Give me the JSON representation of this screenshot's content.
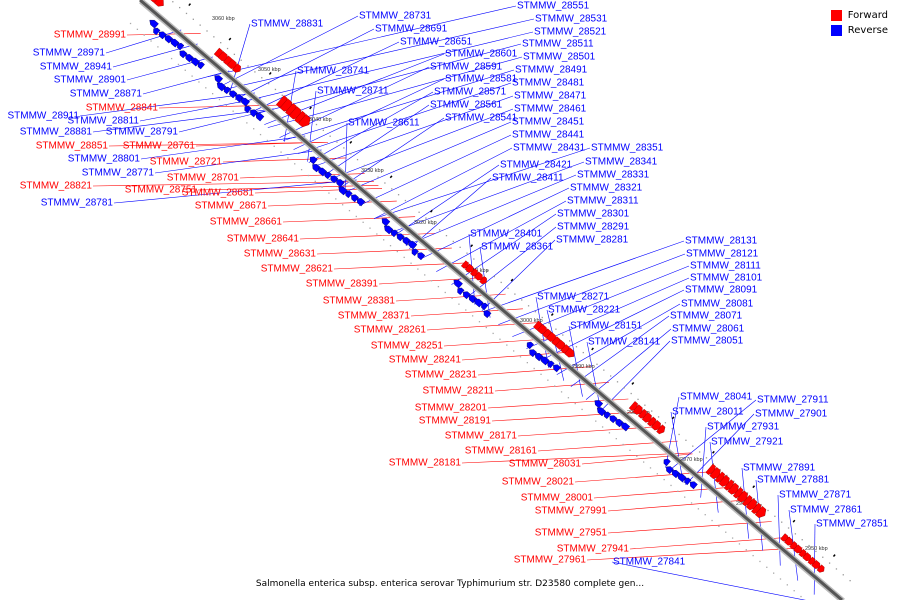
{
  "legend": {
    "forward_label": "Forward",
    "reverse_label": "Reverse",
    "forward_color": "#ff0000",
    "reverse_color": "#0000ff"
  },
  "caption": "Salmonella enterica subsp. enterica serovar Typhimurium str. D23580 complete gen...",
  "scale_labels": [
    "3060 kbp",
    "3050 kbp",
    "3040 kbp",
    "3030 kbp",
    "3020 kbp",
    "3010 kbp",
    "3000 kbp",
    "2990 kbp",
    "2980 kbp",
    "2970 kbp",
    "2960 kbp",
    "2950 kbp"
  ],
  "genes": {
    "forward": [
      "STMMW_28991",
      "STMMW_28841",
      "STMMW_28851",
      "STMMW_28821",
      "STMMW_28761",
      "STMMW_28721",
      "STMMW_28751",
      "STMMW_28701",
      "STMMW_28681",
      "STMMW_28671",
      "STMMW_28661",
      "STMMW_28641",
      "STMMW_28631",
      "STMMW_28621",
      "STMMW_28391",
      "STMMW_28381",
      "STMMW_28371",
      "STMMW_28261",
      "STMMW_28251",
      "STMMW_28241",
      "STMMW_28231",
      "STMMW_28211",
      "STMMW_28201",
      "STMMW_28191",
      "STMMW_28171",
      "STMMW_28161",
      "STMMW_28181",
      "STMMW_28031",
      "STMMW_28021",
      "STMMW_28001",
      "STMMW_27991",
      "STMMW_27951",
      "STMMW_27941",
      "STMMW_27961"
    ],
    "reverse_left": [
      "STMMW_28971",
      "STMMW_28941",
      "STMMW_28901",
      "STMMW_28871",
      "STMMW_28911",
      "STMMW_28811",
      "STMMW_28881",
      "STMMW_28791",
      "STMMW_28801",
      "STMMW_28771",
      "STMMW_28781"
    ],
    "reverse_right": [
      "STMMW_28831",
      "STMMW_28731",
      "STMMW_28691",
      "STMMW_28651",
      "STMMW_28741",
      "STMMW_28711",
      "STMMW_28611",
      "STMMW_28601",
      "STMMW_28591",
      "STMMW_28581",
      "STMMW_28571",
      "STMMW_28561",
      "STMMW_28541",
      "STMMW_28551",
      "STMMW_28531",
      "STMMW_28521",
      "STMMW_28511",
      "STMMW_28501",
      "STMMW_28491",
      "STMMW_28481",
      "STMMW_28471",
      "STMMW_28461",
      "STMMW_28451",
      "STMMW_28441",
      "STMMW_28431",
      "STMMW_28421",
      "STMMW_28411",
      "STMMW_28351",
      "STMMW_28341",
      "STMMW_28331",
      "STMMW_28321",
      "STMMW_28311",
      "STMMW_28301",
      "STMMW_28291",
      "STMMW_28281",
      "STMMW_28401",
      "STMMW_28361",
      "STMMW_28271",
      "STMMW_28221",
      "STMMW_28151",
      "STMMW_28141",
      "STMMW_28131",
      "STMMW_28121",
      "STMMW_28111",
      "STMMW_28101",
      "STMMW_28091",
      "STMMW_28081",
      "STMMW_28071",
      "STMMW_28061",
      "STMMW_28051",
      "STMMW_28041",
      "STMMW_28011",
      "STMMW_27911",
      "STMMW_27901",
      "STMMW_27931",
      "STMMW_27921",
      "STMMW_27891",
      "STMMW_27881",
      "STMMW_27871",
      "STMMW_27861",
      "STMMW_27851",
      "STMMW_27841"
    ]
  }
}
